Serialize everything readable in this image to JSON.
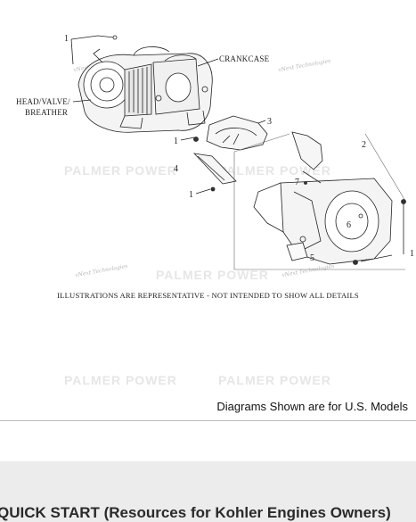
{
  "diagram": {
    "labels": {
      "crankcase": "CRANKCASE",
      "head_valve_breather_1": "HEAD/VALVE/",
      "head_valve_breather_2": "BREATHER",
      "n1a": "1",
      "n1b": "1",
      "n1c": "1",
      "n1d": "1",
      "n2": "2",
      "n3": "3",
      "n4": "4",
      "n5": "5",
      "n6": "6",
      "n7": "7"
    },
    "watermark_text": "PALMER POWER",
    "tech_text": "vNext Technologies",
    "disclaimer": "ILLUSTRATIONS ARE REPRESENTATIVE - NOT INTENDED TO SHOW ALL DETAILS"
  },
  "models_note": "Diagrams Shown are for U.S. Models",
  "quick_start": {
    "title": "QUICK START (Resources for Kohler Engines Owners)"
  }
}
